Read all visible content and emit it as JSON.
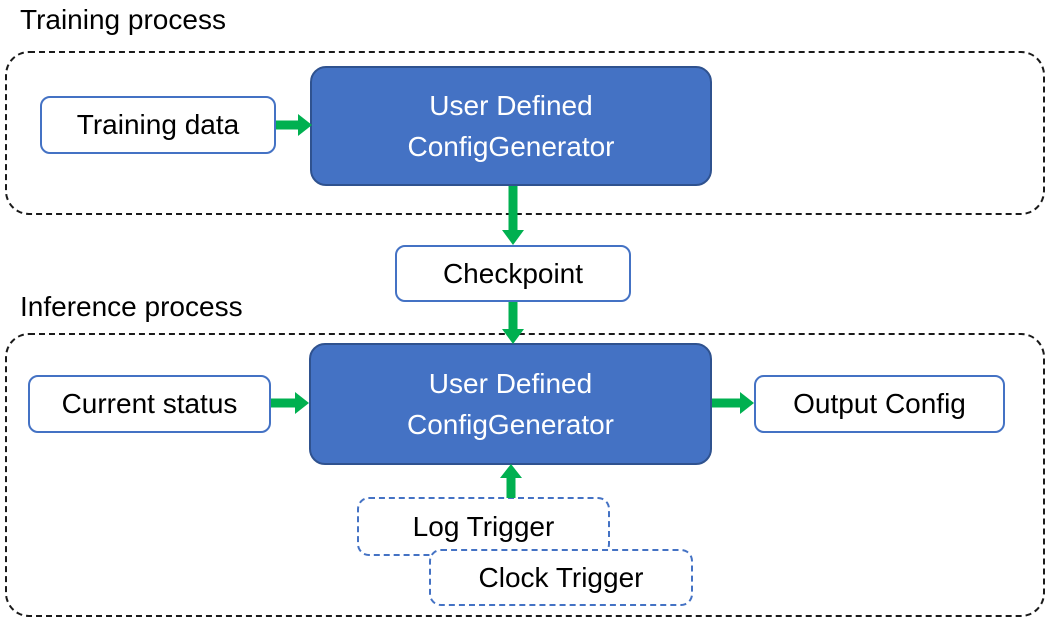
{
  "colors": {
    "box_fill_blue": "#4472C4",
    "box_border_dark_blue": "#2F528F",
    "light_box_border_blue": "#4472C4",
    "trigger_border_blue": "#4472C4",
    "arrow_green": "#00B050",
    "container_border": "#1A1A1A",
    "text_black": "#000000",
    "text_white": "#FFFFFF"
  },
  "sections": {
    "training": {
      "label": "Training process",
      "training_data": "Training data",
      "generator_line1": "User Defined",
      "generator_line2": "ConfigGenerator"
    },
    "checkpoint": "Checkpoint",
    "inference": {
      "label": "Inference process",
      "current_status": "Current status",
      "generator_line1": "User Defined",
      "generator_line2": "ConfigGenerator",
      "output_config": "Output Config",
      "log_trigger": "Log Trigger",
      "clock_trigger": "Clock Trigger"
    }
  }
}
